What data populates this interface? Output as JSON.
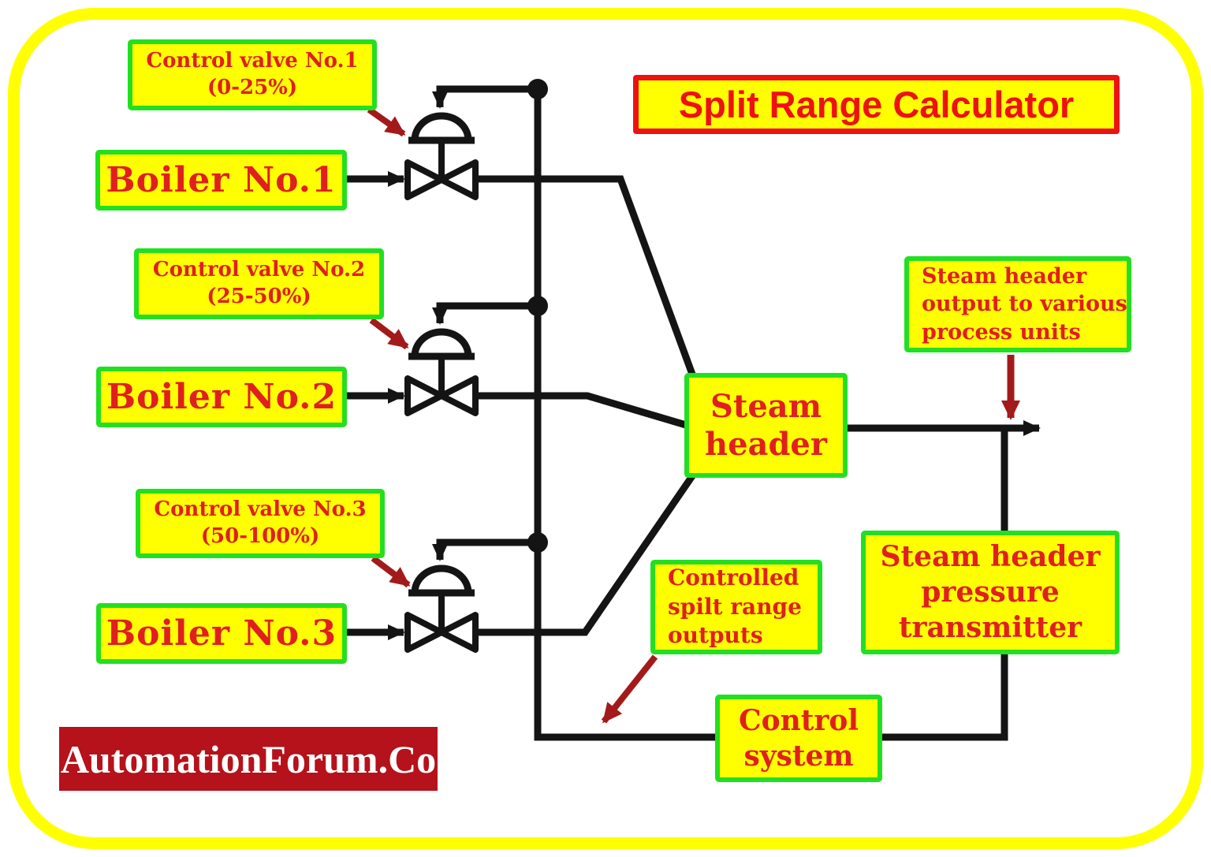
{
  "title": "Split Range Calculator",
  "valve_labels": [
    {
      "line1": "Control valve No.1",
      "line2": "(0-25%)"
    },
    {
      "line1": "Control valve No.2",
      "line2": "(25-50%)"
    },
    {
      "line1": "Control valve No.3",
      "line2": "(50-100%)"
    }
  ],
  "boilers": [
    {
      "label": "Boiler No.1"
    },
    {
      "label": "Boiler No.2"
    },
    {
      "label": "Boiler No.3"
    }
  ],
  "steam_header": {
    "line1": "Steam",
    "line2": "header"
  },
  "output_label": {
    "line1": "Steam header",
    "line2": "output to various",
    "line3": "process units"
  },
  "transmitter": {
    "line1": "Steam header",
    "line2": "pressure",
    "line3": "transmitter"
  },
  "controlled_outputs": {
    "line1": "Controlled",
    "line2": "spilt range",
    "line3": "outputs"
  },
  "control_system": {
    "line1": "Control",
    "line2": "system"
  },
  "logo": "AutomationForum.Co",
  "icons": [
    "control-valve-icon-1",
    "control-valve-icon-2",
    "control-valve-icon-3",
    "actuator-dome-icon-1",
    "actuator-dome-icon-2",
    "actuator-dome-icon-3",
    "junction-dot-1",
    "junction-dot-2",
    "junction-dot-3",
    "flow-arrow",
    "pointer-arrow"
  ],
  "colors": {
    "box_fill": "#ffff00",
    "box_border_green": "#22df22",
    "label_text_red": "#e01f1f",
    "title_red": "#ee1111",
    "pointer_arrow_dark_red": "#a31a1a",
    "line_black": "#141414",
    "logo_background": "#b5121b",
    "logo_text": "#ffffff",
    "outer_frame_yellow": "#ffff00"
  }
}
